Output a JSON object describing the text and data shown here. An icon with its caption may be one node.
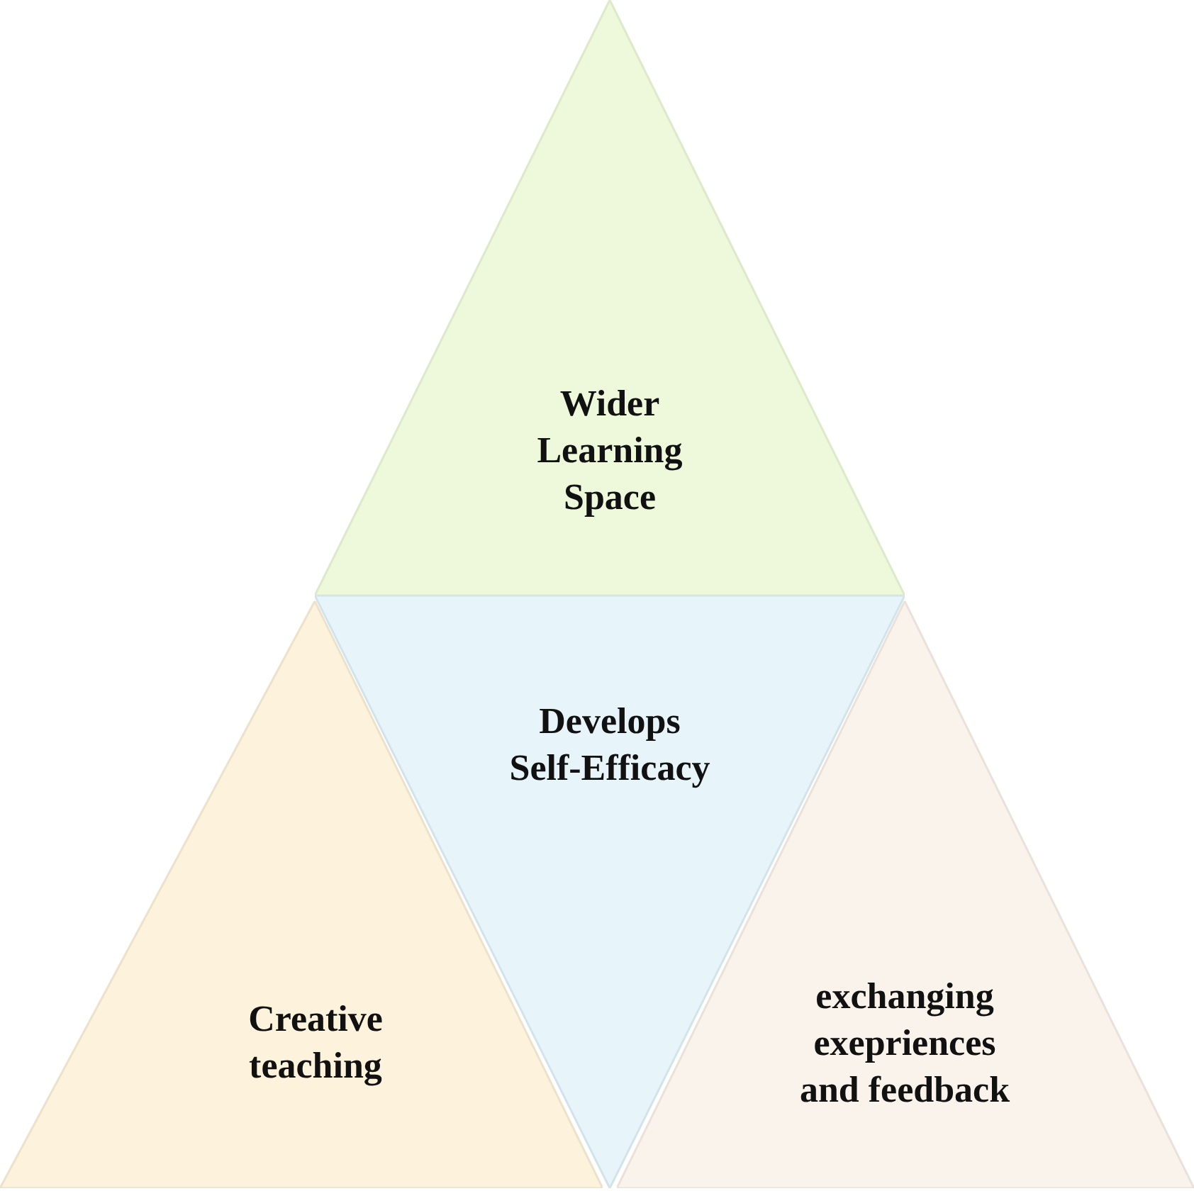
{
  "diagram": {
    "nodes": [
      {
        "text": [
          "Wider Learning Space"
        ]
      },
      {
        "text": [
          "Develops Self-Efficacy"
        ]
      },
      {
        "text": [
          "Creative teaching"
        ]
      },
      {
        "text": [
          "exchanging exepriences and feedback"
        ]
      }
    ]
  }
}
